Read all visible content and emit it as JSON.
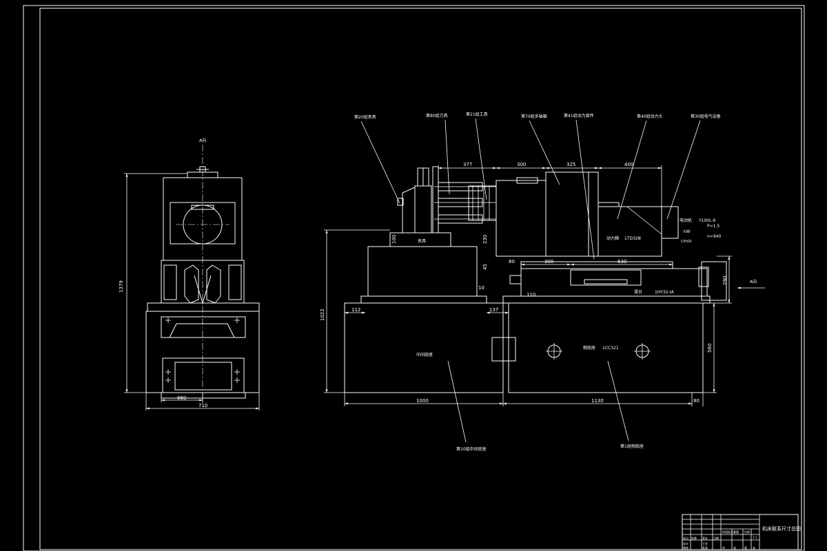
{
  "title_block": {
    "drawing_title": "机床联系尺寸总图",
    "cells": [
      "标记",
      "处数",
      "签名",
      "日期",
      "设计",
      "审核",
      "工艺",
      "批准",
      "共",
      "张",
      "第",
      "张",
      "阶段标记",
      "重量",
      "比例",
      "1:1"
    ]
  },
  "side_view": {
    "view_label": "A向",
    "dimensions": {
      "height": "1379",
      "base_inner": "860",
      "base_outer": "710"
    }
  },
  "main_view": {
    "leaders": [
      "第20组夹具",
      "第80组刀具",
      "第21组工具",
      "第70组多轴箱",
      "第41组动力部件",
      "第40组动力头",
      "第30组电气设备",
      "第10组中间底座",
      "第1组侧底座"
    ],
    "internal_labels": {
      "fixture": "夹具",
      "middle_base": "中间底座",
      "side_base": "侧底座",
      "side_base_model": "1CC321",
      "power_box": "动力箱",
      "power_box_model": "1TD32Ⅲ",
      "slide": "滑台",
      "slide_model": "1HY32-ⅠA"
    },
    "motor": {
      "label": "电动机",
      "model": "Y100L-6",
      "power": "P=1.5",
      "power_unit": "kW",
      "speed": "n=940",
      "speed_unit": "r/min"
    },
    "a_view_arrow": "A向",
    "dimensions": {
      "d377": "377",
      "d300a": "300",
      "d325": "325",
      "d400": "400",
      "d100": "100",
      "d230": "230",
      "d45": "45",
      "d10": "10",
      "d80": "80",
      "d300b": "300",
      "d630": "630",
      "d290": "290",
      "d110": "110",
      "d112": "112",
      "d137": "137",
      "d1022": "1022",
      "d560": "560",
      "d1000": "1000",
      "d1130": "1130",
      "d80b": "80"
    }
  },
  "colors": {
    "background": "#000000",
    "line": "#ffffff"
  }
}
